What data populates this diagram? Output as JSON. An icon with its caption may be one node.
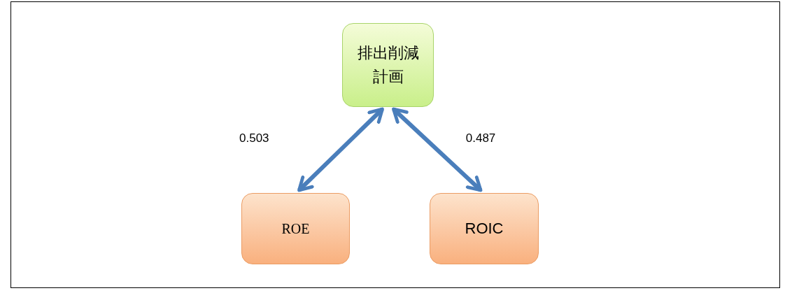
{
  "diagram": {
    "nodes": [
      {
        "text": [
          "排出削減計画"
        ]
      },
      {
        "text": [
          "ROE"
        ]
      },
      {
        "text": [
          "ROIC"
        ]
      }
    ],
    "edges": [
      {
        "from": 0,
        "to": 1,
        "arrow": "both",
        "label": "0.503"
      },
      {
        "from": 0,
        "to": 2,
        "arrow": "both",
        "label": "0.487"
      }
    ]
  }
}
